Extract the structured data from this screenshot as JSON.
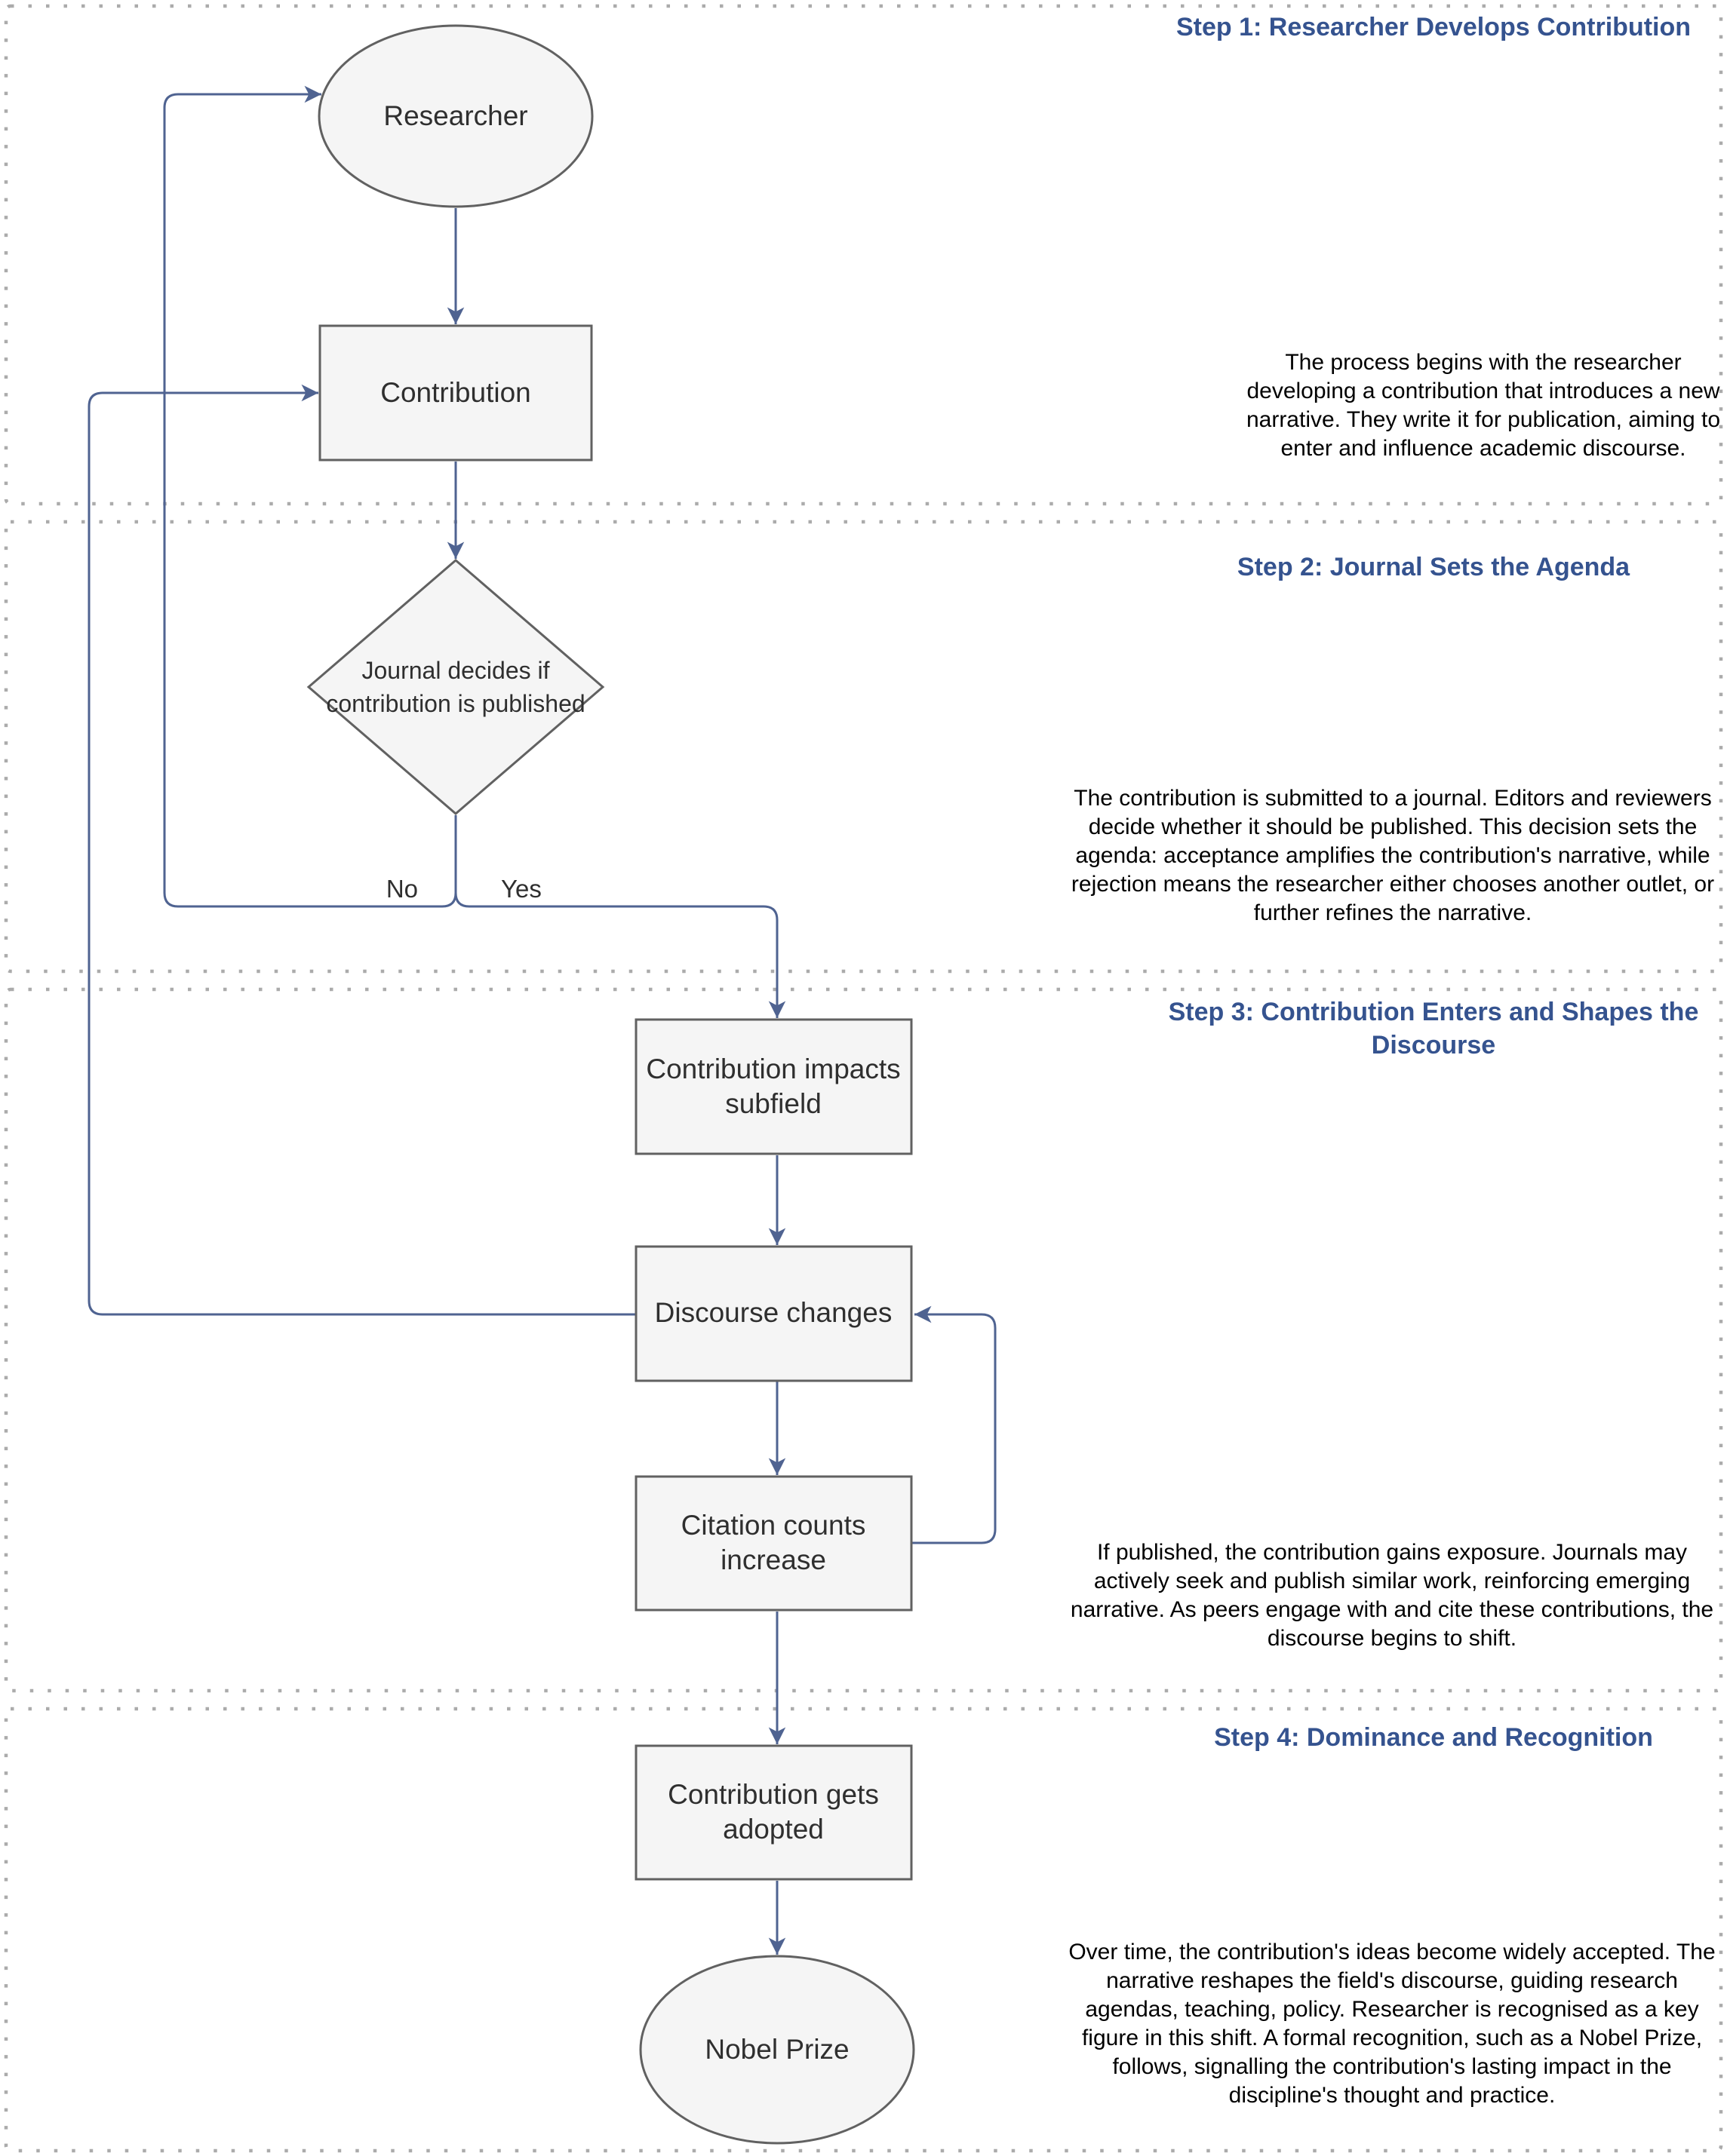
{
  "sections": [
    {
      "title": "Step 1: Researcher Develops Contribution",
      "description": "The process begins with the researcher developing a contribution that introduces a new narrative. They write it for publication, aiming to enter and influence academic discourse."
    },
    {
      "title": "Step 2: Journal Sets the Agenda",
      "description": "The contribution is submitted to a journal. Editors and reviewers decide whether it should be published. This decision sets the agenda: acceptance amplifies the contribution's narrative, while rejection means the researcher either chooses another outlet, or further refines the narrative."
    },
    {
      "title": "Step 3: Contribution Enters and Shapes the Discourse",
      "description": "If published, the contribution gains exposure. Journals may actively seek and publish similar work, reinforcing emerging narrative. As peers engage with and cite these contributions, the discourse begins to shift."
    },
    {
      "title": "Step 4: Dominance and Recognition",
      "description": "Over time, the contribution's ideas become widely accepted. The narrative reshapes the field's discourse, guiding research agendas, teaching, policy. Researcher is recognised as a key figure in this shift. A formal recognition, such as a Nobel Prize, follows, signalling the contribution's lasting impact in the discipline's thought and practice."
    }
  ],
  "nodes": {
    "researcher": "Researcher",
    "contribution": "Contribution",
    "journal_decision": "Journal decides if contribution is published",
    "impacts_subfield": "Contribution impacts subfield",
    "discourse_changes": "Discourse changes",
    "citation_counts": "Citation counts increase",
    "adopted": "Contribution gets adopted",
    "nobel_prize": "Nobel Prize"
  },
  "edge_labels": {
    "no": "No",
    "yes": "Yes"
  },
  "colors": {
    "edge": "#4F6391",
    "shape_border": "#616161",
    "shape_fill": "#F5F5F5",
    "title": "#35538F",
    "section_border": "#ABABAB",
    "text": "#2F2F2F"
  }
}
